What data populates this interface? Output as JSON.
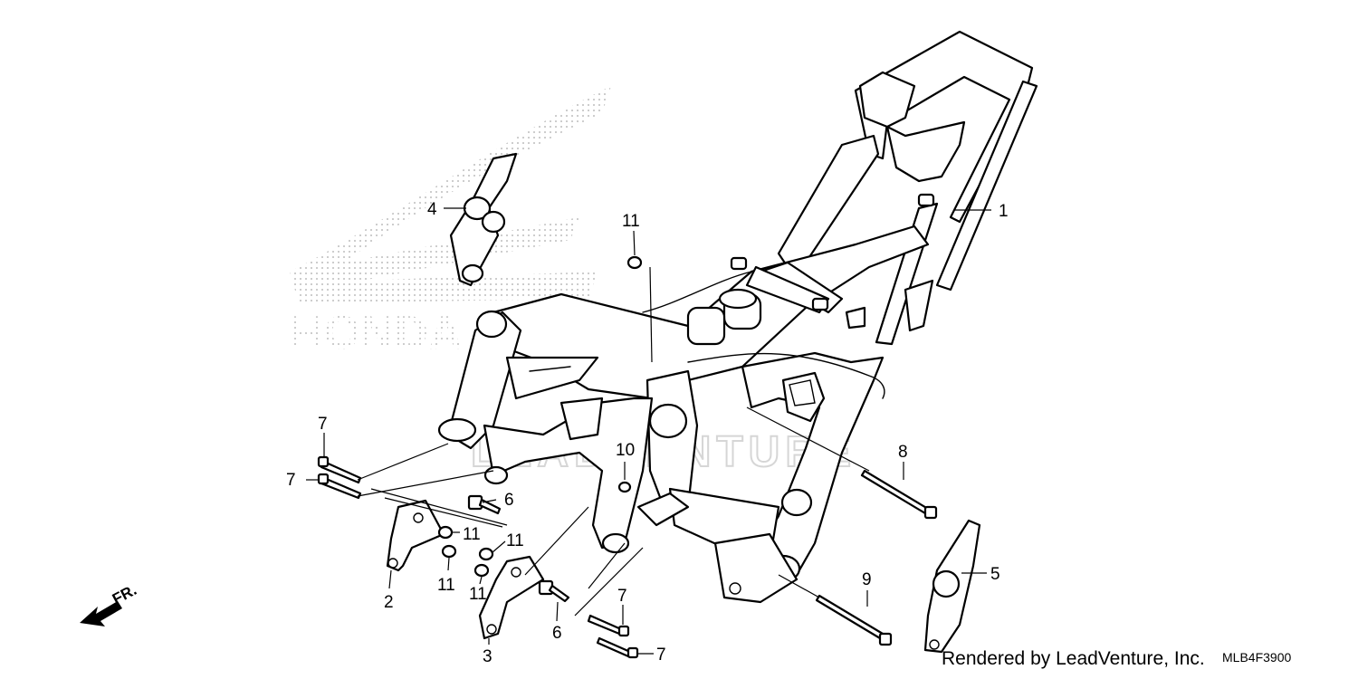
{
  "diagram": {
    "callouts": {
      "c1": "1",
      "c2": "2",
      "c3": "3",
      "c4": "4",
      "c5": "5",
      "c6a": "6",
      "c6b": "6",
      "c7a": "7",
      "c7b": "7",
      "c7c": "7",
      "c7d": "7",
      "c8": "8",
      "c9": "9",
      "c10": "10",
      "c11a": "11",
      "c11b": "11",
      "c11c": "11",
      "c11d": "11",
      "c11e": "11"
    },
    "direction_label": "FR.",
    "watermark_brand": "HONDA",
    "watermark_text": "LEADVENTURE"
  },
  "footer": {
    "rendered_by": "Rendered by LeadVenture, Inc.",
    "diagram_code": "MLB4F3900"
  }
}
